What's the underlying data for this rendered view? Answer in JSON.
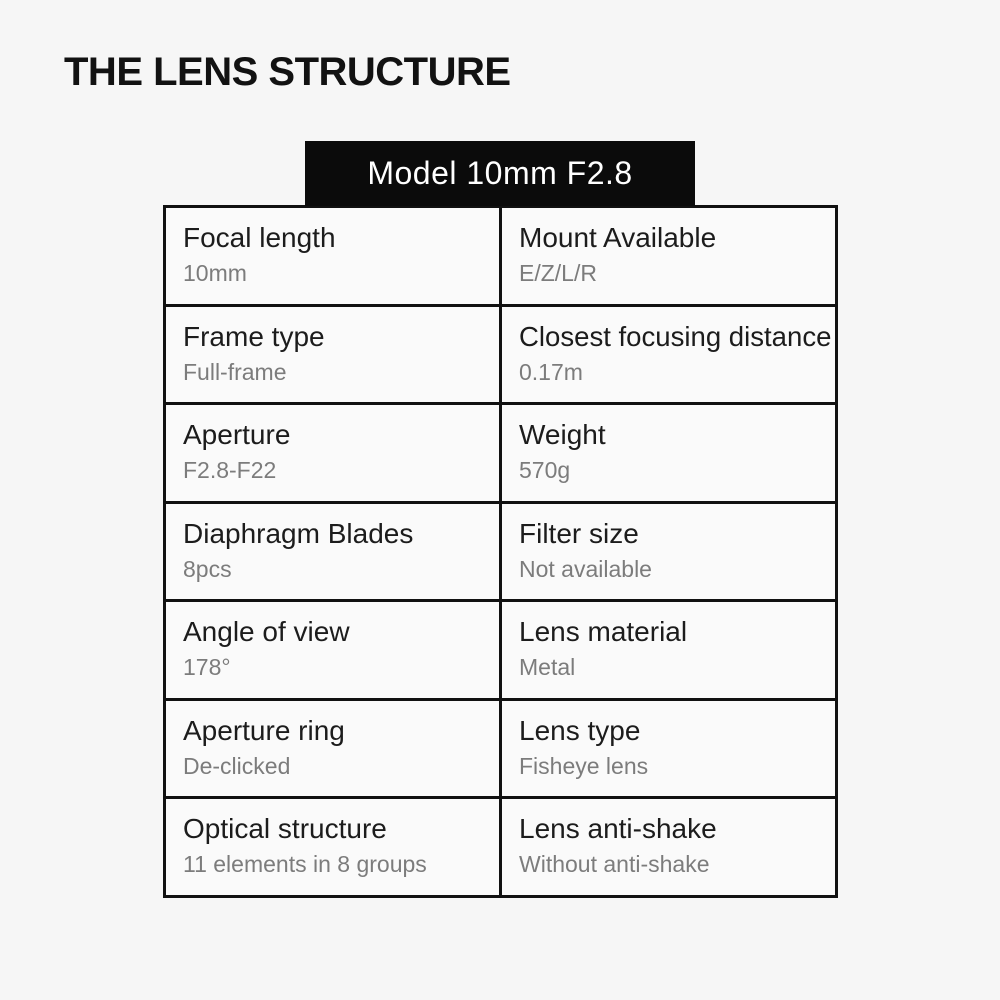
{
  "page": {
    "title": "THE LENS STRUCTURE"
  },
  "model_banner": {
    "label": "Model 10mm F2.8"
  },
  "colors": {
    "page_bg": "#f6f6f6",
    "banner_bg": "#0b0b0b",
    "banner_text": "#ffffff",
    "border": "#111111",
    "label_text": "#1c1c1c",
    "value_text": "#7c7c7c"
  },
  "spec_table": {
    "rows": [
      {
        "left": {
          "label": "Focal length",
          "value": "10mm"
        },
        "right": {
          "label": "Mount Available",
          "value": "E/Z/L/R"
        }
      },
      {
        "left": {
          "label": "Frame type",
          "value": "Full-frame"
        },
        "right": {
          "label": "Closest focusing distance",
          "value": "0.17m"
        }
      },
      {
        "left": {
          "label": "Aperture",
          "value": "F2.8-F22"
        },
        "right": {
          "label": "Weight",
          "value": "570g"
        }
      },
      {
        "left": {
          "label": "Diaphragm Blades",
          "value": "8pcs"
        },
        "right": {
          "label": "Filter size",
          "value": "Not available"
        }
      },
      {
        "left": {
          "label": "Angle of view",
          "value": "178°"
        },
        "right": {
          "label": "Lens material",
          "value": "Metal"
        }
      },
      {
        "left": {
          "label": "Aperture ring",
          "value": "De-clicked"
        },
        "right": {
          "label": "Lens type",
          "value": "Fisheye lens"
        }
      },
      {
        "left": {
          "label": "Optical structure",
          "value": "11 elements in 8 groups"
        },
        "right": {
          "label": "Lens anti-shake",
          "value": "Without anti-shake"
        }
      }
    ]
  }
}
